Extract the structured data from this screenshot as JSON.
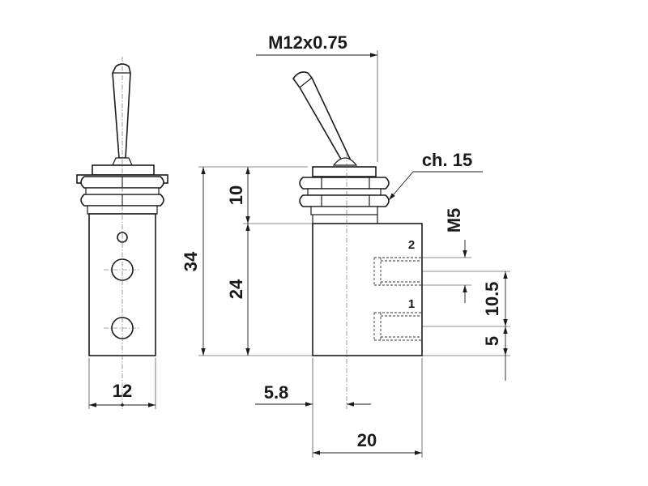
{
  "dimensions": {
    "thread": "M12x0.75",
    "chamfer": "ch. 15",
    "nut_height": "10",
    "total_height": "34",
    "body_height": "24",
    "width_front": "12",
    "offset": "5.8",
    "width_side": "20",
    "port_thread": "M5",
    "port_spacing": "10.5",
    "port_bottom": "5"
  },
  "ports": {
    "port_2": "2",
    "port_1": "1"
  },
  "colors": {
    "line": "#1a1a1a",
    "background": "#ffffff"
  }
}
